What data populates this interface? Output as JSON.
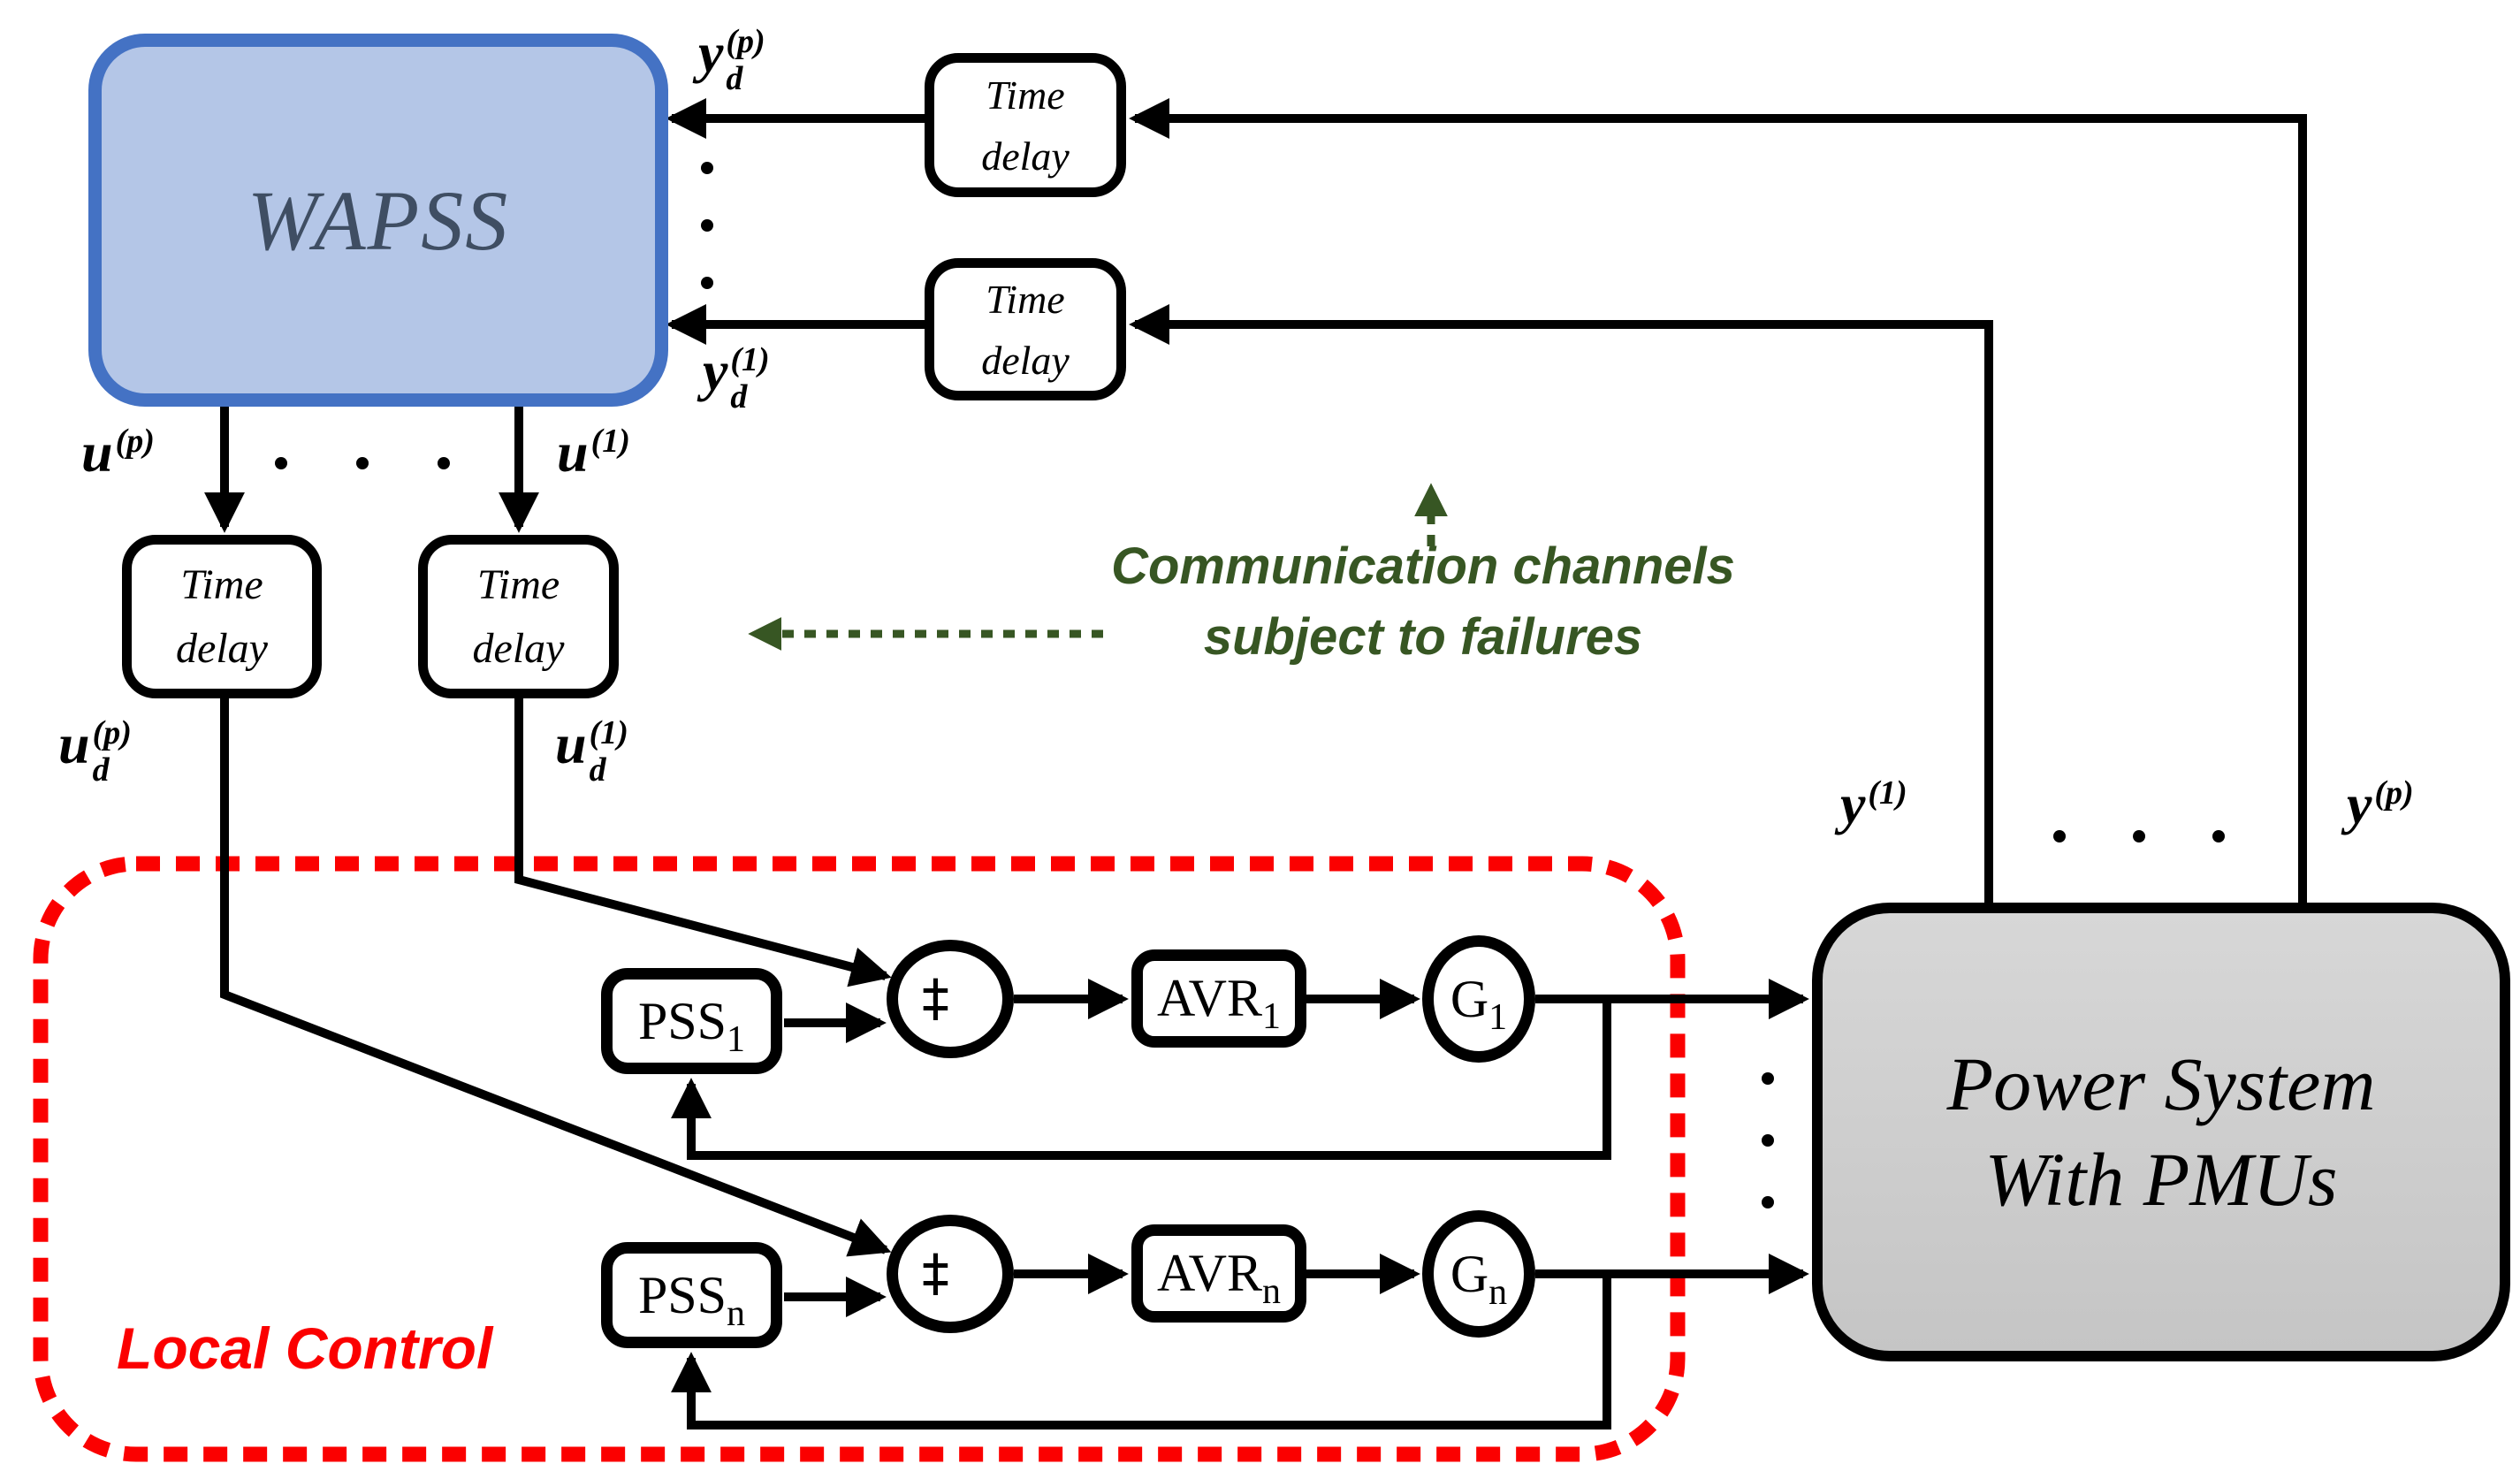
{
  "blocks": {
    "wapss": {
      "label": "WAPSS"
    },
    "power_system": {
      "line1": "Power System",
      "line2": "With PMUs"
    },
    "time_delay": {
      "line1": "Time",
      "line2": "delay"
    },
    "pss1": {
      "base": "PSS",
      "sub": "1"
    },
    "pssn": {
      "base": "PSS",
      "sub": "n"
    },
    "avr1": {
      "base": "AVR",
      "sub": "1"
    },
    "avrn": {
      "base": "AVR",
      "sub": "n"
    },
    "g1": {
      "base": "G",
      "sub": "1"
    },
    "gn": {
      "base": "G",
      "sub": "n"
    },
    "sum": {
      "plus_top": "+",
      "plus_bottom": "+"
    }
  },
  "signals": {
    "yd_p": {
      "base": "y",
      "sub": "d",
      "sup": "(p)"
    },
    "yd_1": {
      "base": "y",
      "sub": "d",
      "sup": "(1)"
    },
    "u_p": {
      "base": "u",
      "sup": "(p)"
    },
    "u_1": {
      "base": "u",
      "sup": "(1)"
    },
    "ud_p": {
      "base": "u",
      "sub": "d",
      "sup": "(p)"
    },
    "ud_1": {
      "base": "u",
      "sub": "d",
      "sup": "(1)"
    },
    "y_1": {
      "base": "y",
      "sup": "(1)"
    },
    "y_p": {
      "base": "y",
      "sup": "(p)"
    }
  },
  "annotations": {
    "communication": {
      "line1": "Communication channels",
      "line2": "subject to failures",
      "color": "#375623"
    },
    "local_control": {
      "label": "Local Control",
      "color": "#fb0000"
    }
  },
  "colors": {
    "wapss_fill": "#b4c6e7",
    "wapss_border": "#4472c4",
    "wapss_text": "#3f4e63",
    "power_system_fill": "#cccccc",
    "line_black": "#000000",
    "annotation_green": "#375623",
    "local_control_red": "#fb0000"
  }
}
